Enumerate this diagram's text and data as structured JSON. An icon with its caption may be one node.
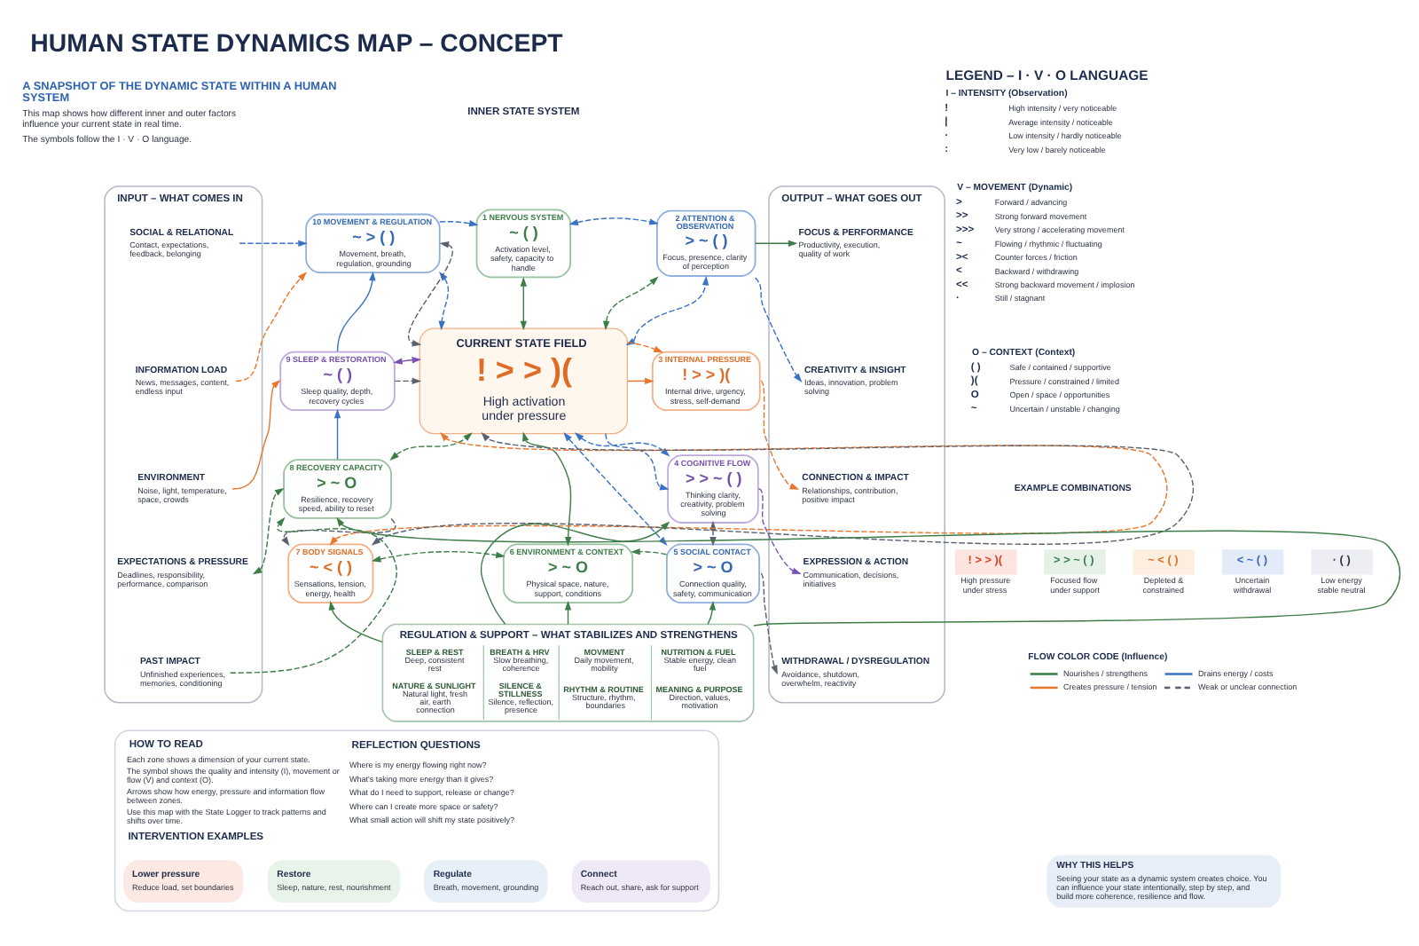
{
  "diagram": {
    "title": "HUMAN STATE DYNAMICS MAP – CONCEPT",
    "nodes": [
      {
        "text": [
          "INPUT – WHAT COMES IN"
        ]
      },
      {
        "text": [
          "SOCIAL & RELATIONAL",
          "Contact, expectations, feedback, belonging"
        ],
        "in": 0
      },
      {
        "text": [
          "INFORMATION LOAD",
          "News, messages, content, endless input"
        ],
        "in": 0
      },
      {
        "text": [
          "ENVIRONMENT",
          "Noise, light, temperature, space, crowds"
        ],
        "in": 0
      },
      {
        "text": [
          "EXPECTATIONS & PRESSURE",
          "Deadlines, responsibility, performance, comparison"
        ],
        "in": 0
      },
      {
        "text": [
          "PAST IMPACT",
          "Unfinished experiences, memories, conditioning"
        ],
        "in": 0
      },
      {
        "text": [
          "10 MOVEMENT & REGULATION",
          "~ > ( )",
          "Movement, breath, regulation, grounding"
        ]
      },
      {
        "text": [
          "1 NERVOUS SYSTEM",
          "~ ( )",
          "Activation level, safety, capacity to handle"
        ]
      },
      {
        "text": [
          "2 ATTENTION & OBSERVATION",
          "> ~ ( )",
          "Focus, presence, clarity of perception"
        ]
      },
      {
        "text": [
          "9 SLEEP & RESTORATION",
          "~ ( )",
          "Sleep quality, depth, recovery cycles"
        ]
      },
      {
        "text": [
          "CURRENT STATE FIELD",
          "! > > )(",
          "High activation under pressure"
        ]
      },
      {
        "text": [
          "3 INTERNAL PRESSURE",
          "! > > )(",
          "Internal drive, urgency, stress, self-demand"
        ]
      },
      {
        "text": [
          "8 RECOVERY CAPACITY",
          "> ~ O",
          "Resilience, recovery speed, ability to reset"
        ]
      },
      {
        "text": [
          "4 COGNITIVE FLOW",
          "> > ~ ( )",
          "Thinking clarity, creativity, problem solving"
        ]
      },
      {
        "text": [
          "7 BODY SIGNALS",
          "~ < ( )",
          "Sensations, tension, energy, health"
        ]
      },
      {
        "text": [
          "6 ENVIRONMENT & CONTEXT",
          "> ~ O",
          "Physical space, nature, support, conditions"
        ]
      },
      {
        "text": [
          "5 SOCIAL CONTACT",
          "> ~ O",
          "Connection quality, safety, communication"
        ]
      },
      {
        "text": [
          "OUTPUT – WHAT GOES OUT"
        ]
      },
      {
        "text": [
          "FOCUS & PERFORMANCE",
          "Productivity, execution, quality of work"
        ],
        "in": 17
      },
      {
        "text": [
          "CREATIVITY & INSIGHT",
          "Ideas, innovation, problem solving"
        ],
        "in": 17
      },
      {
        "text": [
          "CONNECTION & IMPACT",
          "Relationships, contribution, positive impact"
        ],
        "in": 17
      },
      {
        "text": [
          "EXPRESSION & ACTION",
          "Communication, decisions, initiatives"
        ],
        "in": 17
      },
      {
        "text": [
          "WITHDRAWAL / DYSREGULATION",
          "Avoidance, shutdown, overwhelm, reactivity"
        ],
        "in": 17
      },
      {
        "text": [
          "REGULATION & SUPPORT – WHAT STABILIZES AND STRENGTHENS",
          "SLEEP & REST",
          "Deep, consistent rest",
          "BREATH & HRV",
          "Slow breathing, coherence",
          "MOVMENT",
          "Daily movement, mobility",
          "NUTRITION & FUEL",
          "Stable energy, clean fuel",
          "NATURE & SUNLIGHT",
          "Natural light, fresh air, earth connection",
          "SILENCE & STILLNESS",
          "Silence, reflection, presence",
          "RHYTHM & ROUTINE",
          "Structure, rhythm, boundaries",
          "MEANING & PURPOSE",
          "Direction, values, motivation"
        ]
      },
      {
        "text": [
          "HOW TO READ",
          "Each zone shows a dimension of your current state.",
          "The symbol shows the quality and intensity (I), movement or flow (V) and context (O).",
          "Arrows show how energy, pressure and information flow between zones.",
          "Use this map with the State Logger to track patterns and shifts over time.",
          "REFLECTION QUESTIONS",
          "Where is my energy flowing right now?",
          "What's taking more energy than it gives?",
          "What do I need to support, release or change?",
          "Where can I create more space or safety?",
          "What small action will shift my state positively?",
          "INTERVENTION EXAMPLES"
        ]
      },
      {
        "text": [
          "Lower pressure",
          "Reduce load, set boundaries"
        ],
        "in": 24
      },
      {
        "text": [
          "Restore",
          "Sleep, nature, rest, nourishment"
        ],
        "in": 24
      },
      {
        "text": [
          "Regulate",
          "Breath, movement, grounding"
        ],
        "in": 24
      },
      {
        "text": [
          "Connect",
          "Reach out, share, ask for support"
        ],
        "in": 24
      },
      {
        "text": [
          "! > > )("
        ],
        "beside": [
          "High pressure under stress"
        ]
      },
      {
        "text": [
          "> > ~ ( )"
        ],
        "beside": [
          "Focused flow under support"
        ]
      },
      {
        "text": [
          "~ < ( )"
        ],
        "beside": [
          "Depleted & constrained"
        ]
      },
      {
        "text": [
          "< ~ ( )"
        ],
        "beside": [
          "Uncertain withdrawal"
        ]
      },
      {
        "text": [
          "· ( )"
        ],
        "beside": [
          "Low energy stable neutral"
        ]
      },
      {
        "text": [
          "WHY THIS HELPS",
          "Seeing your state as a dynamic system creates choice. You can influence your state intentionally, step by step, and build more coherence, resilience and flow."
        ]
      }
    ],
    "edges": [
      {
        "from": 1,
        "to": 6,
        "arrow": "to",
        "style": "dashed",
        "color": "#3a73c4"
      },
      {
        "from": 2,
        "to": 6,
        "arrow": "to",
        "style": "dashed",
        "color": "#e8762d"
      },
      {
        "from": 3,
        "to": 9,
        "arrow": "to",
        "color": "#e8762d"
      },
      {
        "from": 4,
        "to": 12,
        "arrow": "both",
        "style": "dashed"
      },
      {
        "from": 5,
        "to": 12,
        "arrow": "to",
        "style": "dashed"
      },
      {
        "from": 6,
        "to": 7,
        "arrow": "to",
        "style": "dashed",
        "color": "#3a73c4"
      },
      {
        "from": 7,
        "to": 8,
        "arrow": "both",
        "style": "dashed",
        "color": "#3a73c4"
      },
      {
        "from": 6,
        "to": 10,
        "arrow": "both",
        "style": "dashed",
        "color": "#3a73c4"
      },
      {
        "from": 6,
        "to": 10,
        "arrow": "both",
        "style": "dashed",
        "color": "#5a6170"
      },
      {
        "from": 7,
        "to": 10,
        "arrow": "both"
      },
      {
        "from": 10,
        "to": 8,
        "arrow": "both",
        "style": "dashed"
      },
      {
        "from": 10,
        "to": 8,
        "arrow": "both",
        "style": "dashed",
        "color": "#3a73c4"
      },
      {
        "from": 9,
        "to": 6,
        "arrow": "to",
        "color": "#3a73c4"
      },
      {
        "from": 9,
        "to": 10,
        "arrow": "to",
        "style": "dashed",
        "color": "#5a6170"
      },
      {
        "from": 9,
        "to": 10,
        "arrow": "both",
        "color": "#7b52b3"
      },
      {
        "from": 10,
        "to": 11,
        "arrow": "to",
        "color": "#e8762d"
      },
      {
        "from": 10,
        "to": 11,
        "arrow": "to",
        "style": "dashed",
        "color": "#e8762d"
      },
      {
        "from": 12,
        "to": 9,
        "arrow": "to",
        "color": "#3a73c4"
      },
      {
        "from": 12,
        "to": 10,
        "arrow": "both",
        "style": "dashed"
      },
      {
        "from": 12,
        "to": 14,
        "arrow": "to",
        "style": "dashed",
        "color": "#5a6170"
      },
      {
        "from": 14,
        "to": 10,
        "arrow": "both",
        "style": "dashed",
        "color": "#e8762d"
      },
      {
        "from": 14,
        "to": 10,
        "arrow": "both",
        "style": "dashed",
        "color": "#5a6170"
      },
      {
        "from": 10,
        "to": 13,
        "arrow": "both",
        "style": "dashed",
        "color": "#3a73c4"
      },
      {
        "from": 10,
        "to": 13,
        "arrow": "to",
        "style": "dashed",
        "color": "#3a73c4"
      },
      {
        "from": 10,
        "to": 16,
        "arrow": "both",
        "style": "dashed",
        "color": "#3a73c4"
      },
      {
        "from": 10,
        "to": 15,
        "arrow": "both"
      },
      {
        "from": 14,
        "to": 15,
        "arrow": "both",
        "style": "dashed"
      },
      {
        "from": 16,
        "to": 15,
        "arrow": "to",
        "style": "dashed"
      },
      {
        "from": 13,
        "to": 16,
        "arrow": "both",
        "style": "dashed",
        "color": "#5a6170"
      },
      {
        "from": 8,
        "to": 18,
        "arrow": "to"
      },
      {
        "from": 8,
        "to": 19,
        "arrow": "to",
        "style": "dashed",
        "color": "#3a73c4"
      },
      {
        "from": 11,
        "to": 20,
        "arrow": "to",
        "style": "dashed",
        "color": "#e8762d"
      },
      {
        "from": 13,
        "to": 21,
        "arrow": "to",
        "style": "dashed",
        "color": "#7b52b3"
      },
      {
        "from": 16,
        "to": 22,
        "arrow": "to",
        "style": "dashed",
        "color": "#5a6170"
      },
      {
        "from": 23,
        "to": 12,
        "arrow": "to"
      },
      {
        "from": 23,
        "to": 14,
        "arrow": "to"
      },
      {
        "from": 23,
        "to": 15,
        "arrow": "to"
      },
      {
        "from": 23,
        "to": 16,
        "arrow": "to"
      },
      {
        "from": 23,
        "to": 13,
        "arrow": "to"
      }
    ],
    "labels": [
      "A SNAPSHOT OF THE DYNAMIC STATE WITHIN A HUMAN SYSTEM",
      "This map shows how different inner and outer factors influence your current state in real time.",
      "The symbols follow the I · V · O language.",
      "INNER STATE SYSTEM",
      "LEGEND – I · V · O LANGUAGE",
      "I – INTENSITY (Observation)",
      "!",
      "High intensity / very noticeable",
      "|",
      "Average intensity / noticeable",
      "·",
      "Low intensity / hardly noticeable",
      ":",
      "Very low / barely noticeable",
      "V – MOVEMENT (Dynamic)",
      ">",
      "Forward / advancing",
      ">>",
      "Strong forward movement",
      ">>>",
      "Very strong / accelerating movement",
      "~",
      "Flowing / rhythmic / fluctuating",
      "><",
      "Counter forces / friction",
      "<",
      "Backward / withdrawing",
      "<<",
      "Strong backward movement / implosion",
      "·",
      "Still / stagnant",
      "O – CONTEXT (Context)",
      "( )",
      "Safe / contained / supportive",
      ")(",
      "Pressure / constrained / limited",
      "O",
      "Open / space / opportunities",
      "~",
      "Uncertain / unstable / changing",
      "EXAMPLE COMBINATIONS",
      "FLOW COLOR CODE (Influence)"
    ],
    "legend": [
      {
        "text": "Nourishes / strengthens"
      },
      {
        "text": "Drains energy / costs"
      },
      {
        "text": "Creates pressure / tension"
      },
      {
        "text": "Weak or unclear connection"
      }
    ]
  }
}
